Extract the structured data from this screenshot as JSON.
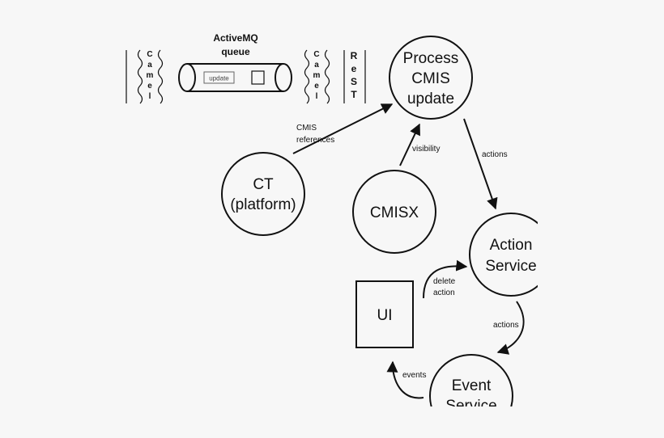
{
  "queue": {
    "title_line1": "ActiveMQ",
    "title_line2": "queue",
    "message_label": "update"
  },
  "camel_left": [
    "C",
    "a",
    "m",
    "e",
    "l"
  ],
  "camel_right": [
    "C",
    "a",
    "m",
    "e",
    "l"
  ],
  "rest": [
    "R",
    "e",
    "S",
    "T"
  ],
  "nodes": {
    "process": [
      "Process",
      "CMIS",
      "update"
    ],
    "ct": [
      "CT",
      "(platform)"
    ],
    "cmisx": [
      "CMISX"
    ],
    "action": [
      "Action",
      "Service"
    ],
    "ui": [
      "UI"
    ],
    "event": [
      "Event",
      "Service"
    ]
  },
  "edges": {
    "cmis_refs": [
      "CMIS",
      "references"
    ],
    "visibility": [
      "visibility"
    ],
    "actions_top": [
      "actions"
    ],
    "delete_action": [
      "delete",
      "action"
    ],
    "actions_bottom": [
      "actions"
    ],
    "events": [
      "events"
    ]
  }
}
